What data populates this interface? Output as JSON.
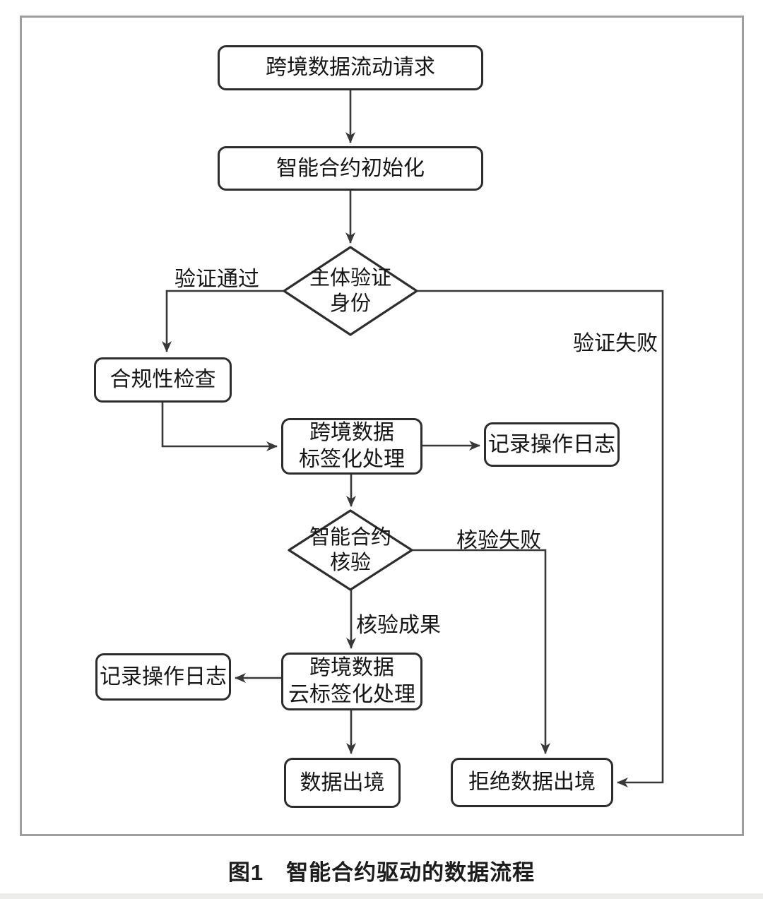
{
  "figure": {
    "caption": "图1　智能合约驱动的数据流程"
  },
  "flowchart": {
    "nodes": {
      "request": {
        "label": "跨境数据流动请求"
      },
      "init": {
        "label": "智能合约初始化"
      },
      "identity_check": {
        "label": "主体验证\n身份"
      },
      "compliance": {
        "label": "合规性检查"
      },
      "labeling": {
        "label": "跨境数据\n标签化处理"
      },
      "log_right": {
        "label": "记录操作日志"
      },
      "contract_verify": {
        "label": "智能合约\n核验"
      },
      "cloud_labeling": {
        "label": "跨境数据\n云标签化处理"
      },
      "log_left": {
        "label": "记录操作日志"
      },
      "data_exit": {
        "label": "数据出境"
      },
      "deny_exit": {
        "label": "拒绝数据出境"
      }
    },
    "edge_labels": {
      "verify_pass": "验证通过",
      "verify_fail": "验证失败",
      "check_fail": "核验失败",
      "check_success": "核验成果"
    },
    "colors": {
      "node_border": "#2d2d2d",
      "line": "#383838",
      "text": "#151515",
      "frame": "#9e9e9e",
      "strip": "#ededeb"
    }
  }
}
